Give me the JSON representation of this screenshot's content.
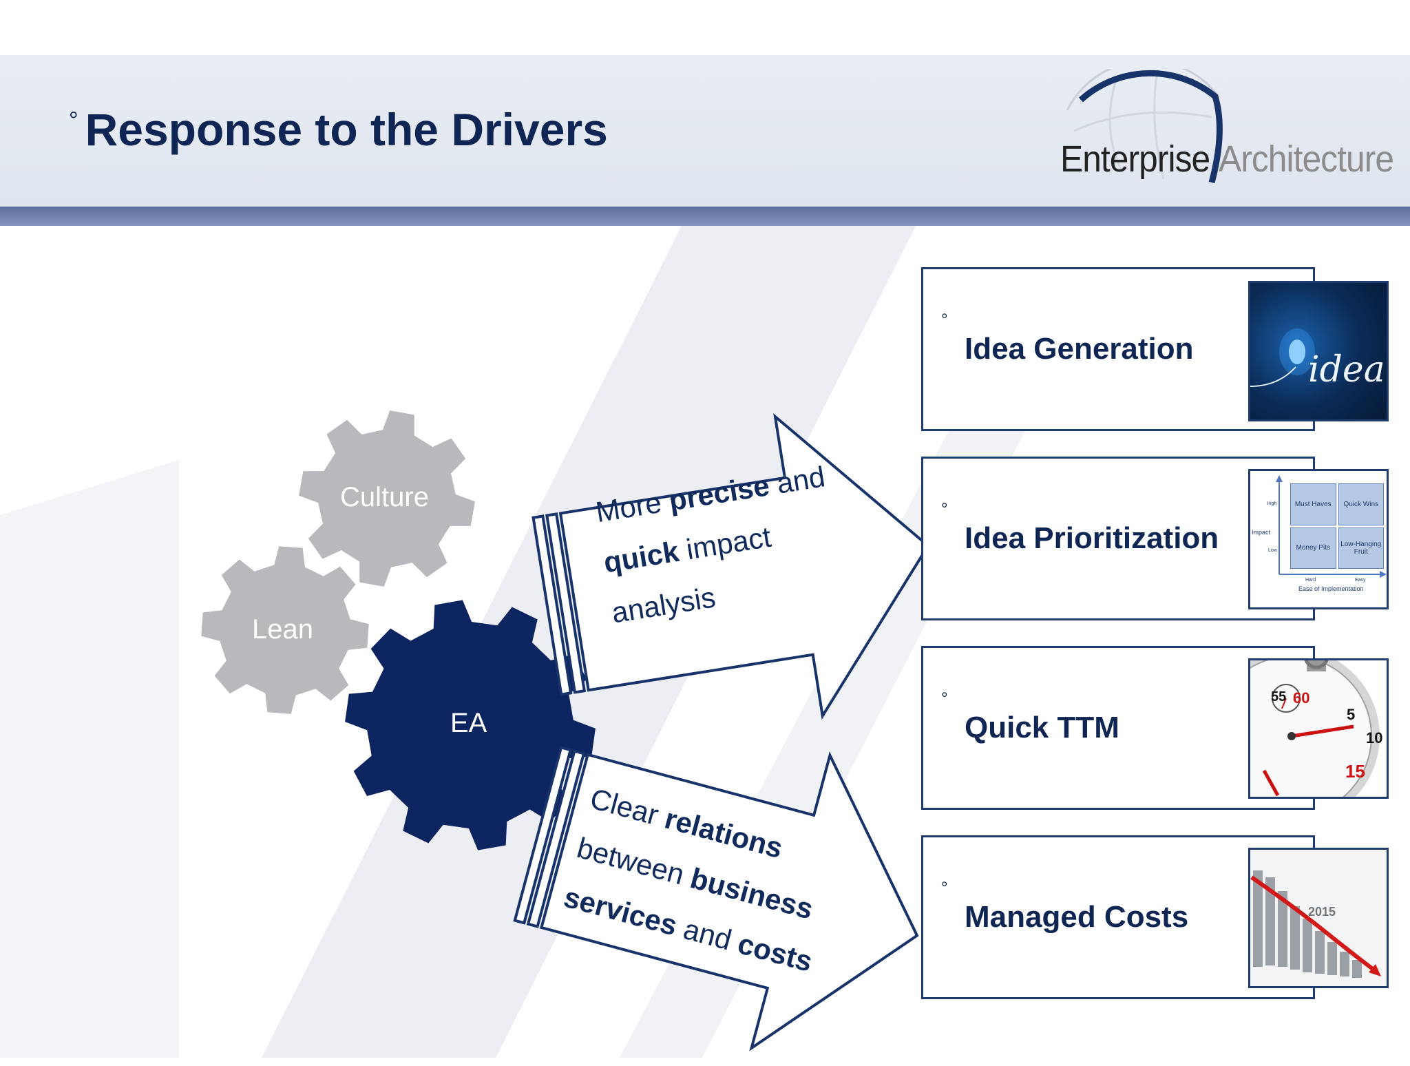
{
  "header": {
    "bullet": "°",
    "title": "Response to the Drivers",
    "logo_left": "Enterprise",
    "logo_right": "Architecture"
  },
  "gears": {
    "culture": "Culture",
    "lean": "Lean",
    "ea": "EA"
  },
  "arrows": {
    "top": {
      "part1": "More ",
      "bold1": "precise",
      "part2": " and",
      "bold2": "quick",
      "part3": " impact",
      "line3": "analysis"
    },
    "bottom": {
      "bold1": "relations",
      "pre1": "Clear ",
      "pre2": "between ",
      "bold2": "business",
      "bold3": "services",
      "part3": " and ",
      "bold4": "costs"
    }
  },
  "boxes": [
    {
      "bullet": "°",
      "label": "Idea Generation"
    },
    {
      "bullet": "°",
      "label": "Idea Prioritization"
    },
    {
      "bullet": "°",
      "label": "Quick TTM"
    },
    {
      "bullet": "°",
      "label": "Managed Costs"
    }
  ],
  "matrix": {
    "cells": [
      "Must Haves",
      "Quick Wins",
      "Money Pits",
      "Low-Hanging Fruit"
    ],
    "y_axis": "Impact",
    "y_high": "High",
    "y_low": "Low",
    "x_axis": "Ease of Implementation",
    "x_hard": "Hard",
    "x_easy": "Easy"
  },
  "idea_image": {
    "word": "idea"
  },
  "stopwatch": {
    "n55": "55",
    "n60": "60",
    "n5": "5",
    "n10": "10",
    "n15": "15"
  },
  "cost_chart": {
    "year": "2015"
  },
  "colors": {
    "navy": "#0f2553",
    "gear_navy": "#0c2460",
    "gear_gray": "#b8b8bd",
    "box_border": "#1e3c6e"
  }
}
